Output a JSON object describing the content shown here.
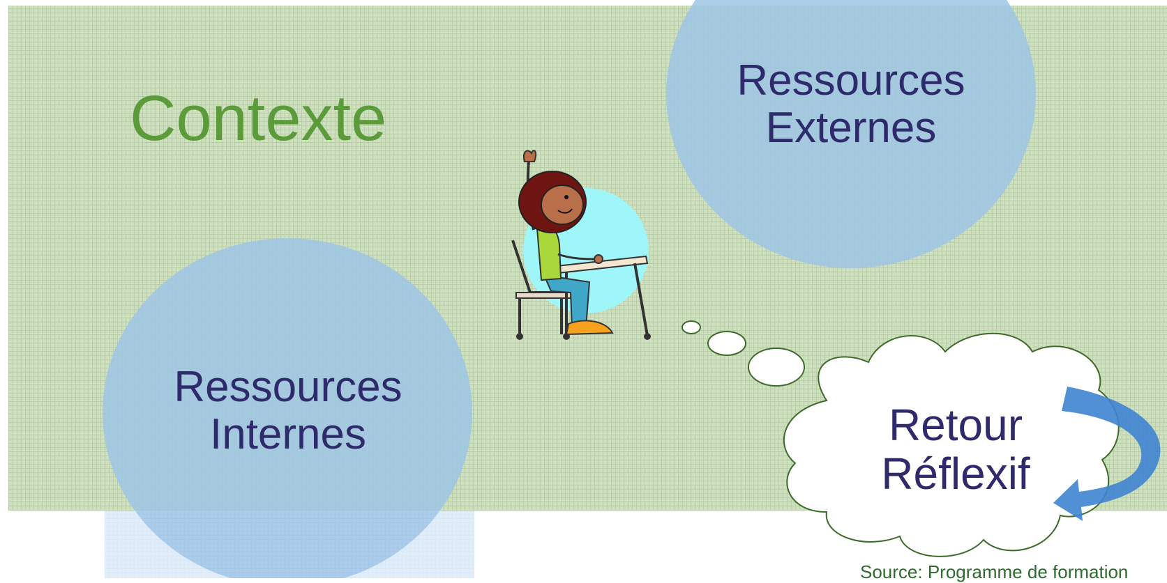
{
  "diagram": {
    "context_title": "Contexte",
    "external_resources": {
      "line1": "Ressources",
      "line2": "Externes"
    },
    "internal_resources": {
      "line1": "Ressources",
      "line2": "Internes"
    },
    "reflexive_feedback": {
      "line1": "Retour",
      "line2": "Réflexif"
    },
    "source": "Source: Programme de formation"
  },
  "colors": {
    "context_background": "#cfe0c0",
    "resource_circle": "#9ec4e4",
    "title_green": "#5b9b3a",
    "label_text": "#2e2a6b",
    "arrow_blue": "#3f84d0",
    "cloud_outline": "#3d6b2a"
  },
  "icons": [
    "student-at-desk-icon",
    "thought-cloud-icon",
    "curved-arrow-icon"
  ]
}
